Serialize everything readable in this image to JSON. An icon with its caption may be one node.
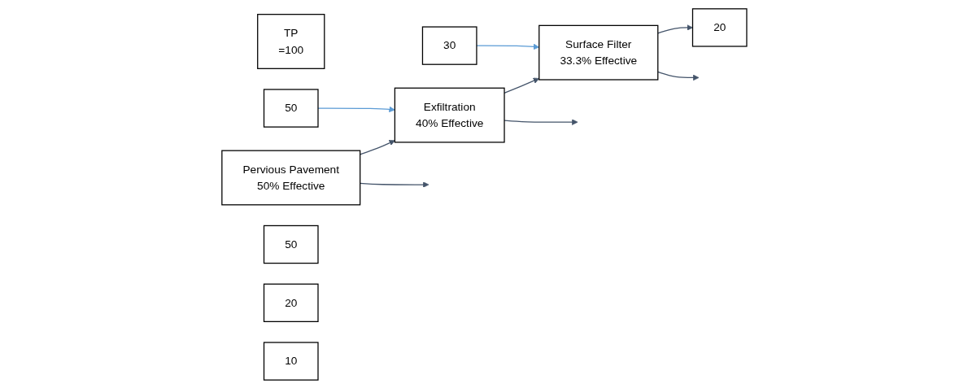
{
  "diagram": {
    "nodes": [
      {
        "text": [
          "TP",
          "=100"
        ]
      },
      {
        "text": [
          "Pervious Pavement",
          "50% Effective"
        ]
      },
      {
        "text": [
          "50"
        ]
      },
      {
        "text": [
          "Exfiltration",
          "40% Effective"
        ]
      },
      {
        "text": [
          "30"
        ]
      },
      {
        "text": [
          "Surface Filter",
          "33.3% Effective"
        ]
      },
      {
        "text": [
          "20"
        ]
      },
      {
        "text": [
          "50"
        ]
      },
      {
        "text": [
          "20"
        ]
      },
      {
        "text": [
          "10"
        ]
      }
    ],
    "edges": [
      {
        "from": 1,
        "to": 3,
        "arrow": "to"
      },
      {
        "from": 2,
        "to": 3,
        "arrow": "to",
        "color": "#5b9bd5"
      },
      {
        "from": 3,
        "to": 5,
        "arrow": "to"
      },
      {
        "from": 4,
        "to": 5,
        "arrow": "to",
        "color": "#5b9bd5"
      },
      {
        "from": 5,
        "to": 6,
        "arrow": "to"
      },
      {
        "from": 1,
        "to": null,
        "arrow": "to"
      },
      {
        "from": 3,
        "to": null,
        "arrow": "to"
      },
      {
        "from": 5,
        "to": null,
        "arrow": "to"
      }
    ]
  }
}
